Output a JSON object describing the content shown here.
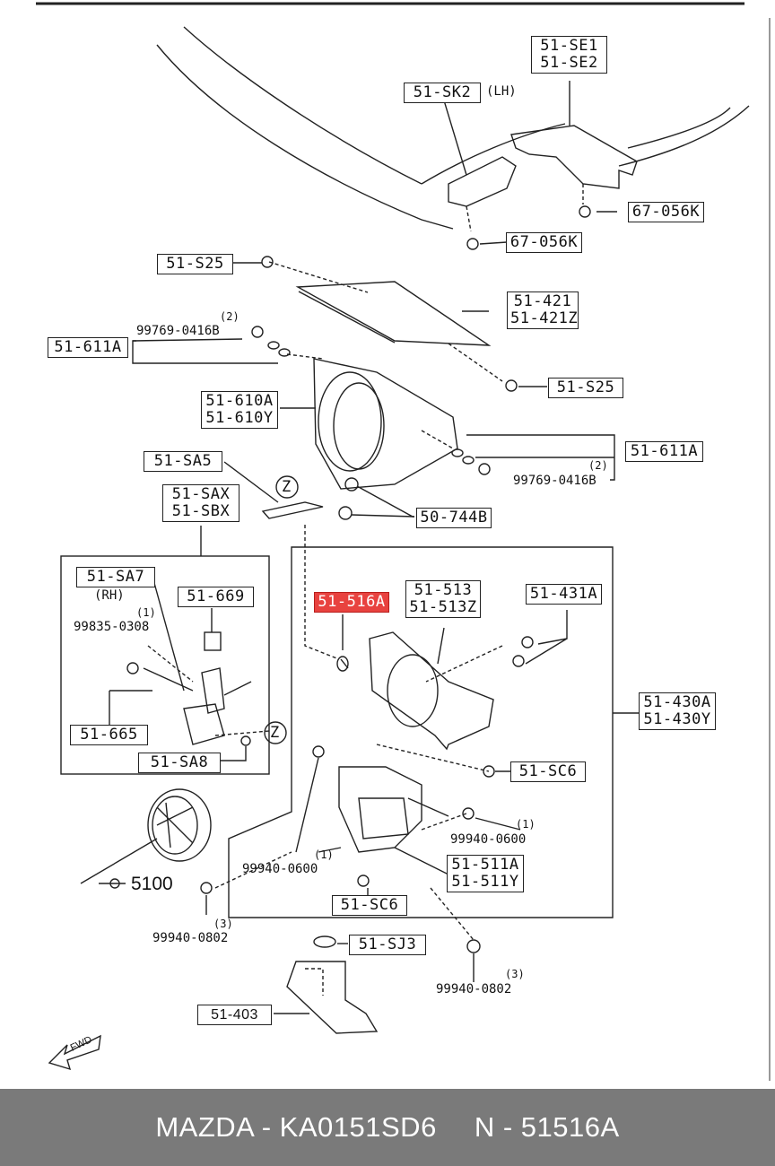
{
  "labels": {
    "se": [
      "51-SE1",
      "51-SE2"
    ],
    "sk2": "51-SK2",
    "sk2_note": "(LH)",
    "p67a": "67-056K",
    "p67b": "67-056K",
    "s25a": "51-S25",
    "p421": [
      "51-421",
      "51-421Z"
    ],
    "qty_2a": "(2)",
    "bolt_a": "99769-0416B",
    "p611a": "51-611A",
    "s25b": "51-S25",
    "p610": [
      "51-610A",
      "51-610Y"
    ],
    "p611b": "51-611A",
    "qty_2b": "(2)",
    "bolt_b": "99769-0416B",
    "sa5": "51-SA5",
    "p744": "50-744B",
    "sax": [
      "51-SAX",
      "51-SBX"
    ],
    "sa7": "51-SA7",
    "rh": "(RH)",
    "qty_1a": "(1)",
    "p99835": "99835-0308",
    "p669": "51-669",
    "p665": "51-665",
    "sa8": "51-SA8",
    "p516": "51-516A",
    "p513": [
      "51-513",
      "51-513Z"
    ],
    "p431": "51-431A",
    "p430": [
      "51-430A",
      "51-430Y"
    ],
    "sc6a": "51-SC6",
    "qty_1b": "(1)",
    "n0600a": "99940-0600",
    "qty_1c": "(1)",
    "n0600b": "99940-0600",
    "p511": [
      "51-511A",
      "51-511Y"
    ],
    "sc6b": "51-SC6",
    "ref5100": "5100",
    "qty_3a": "(3)",
    "n0802a": "99940-0802",
    "sj3": "51-SJ3",
    "qty_3b": "(3)",
    "n0802b": "99940-0802",
    "p403": "51-403",
    "fwd": "FWD",
    "z1": "Z",
    "z2": "Z"
  },
  "footer": {
    "brand_part": "MAZDA - KA0151SD6",
    "ref": "N - 51516A"
  },
  "colors": {
    "highlight": "#e8423f",
    "footer_bg": "#7a7a7a",
    "line": "#222222"
  }
}
